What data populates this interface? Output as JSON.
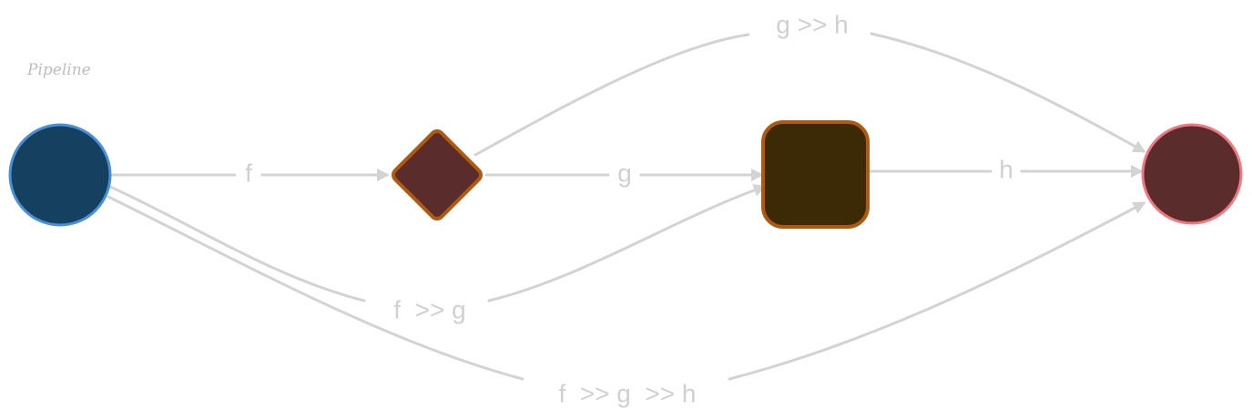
{
  "diagram": {
    "title": "Pipeline",
    "colors": {
      "edge": "#d3d3d3",
      "label": "#d0d0d0",
      "start_fill": "#164060",
      "start_stroke": "#4a90d9",
      "decision_fill": "#5a2c2c",
      "decision_stroke": "#b05a10",
      "process_fill": "#3b2a05",
      "process_stroke": "#b05a10",
      "end_fill": "#5a2c2c",
      "end_stroke": "#f07880"
    },
    "nodes": [
      {
        "id": "start",
        "shape": "circle"
      },
      {
        "id": "decision",
        "shape": "diamond"
      },
      {
        "id": "process",
        "shape": "rounded-rect"
      },
      {
        "id": "end",
        "shape": "circle"
      }
    ],
    "edges": [
      {
        "id": "f",
        "from": "start",
        "to": "decision",
        "label": "f"
      },
      {
        "id": "g",
        "from": "decision",
        "to": "process",
        "label": "g"
      },
      {
        "id": "h",
        "from": "process",
        "to": "end",
        "label": "h"
      },
      {
        "id": "gh",
        "from": "decision",
        "to": "end",
        "label": "g >> h"
      },
      {
        "id": "fg",
        "from": "start",
        "to": "process",
        "label": "f  >> g"
      },
      {
        "id": "fgh",
        "from": "start",
        "to": "end",
        "label": "f  >> g  >> h"
      }
    ]
  }
}
